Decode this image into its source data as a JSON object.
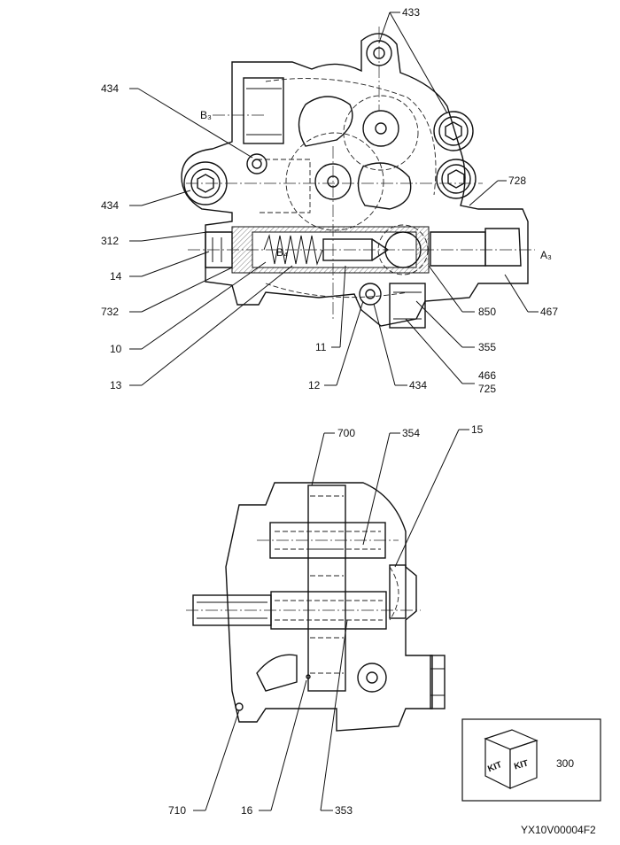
{
  "top_view": {
    "callouts": [
      "433",
      "434",
      "434",
      "728",
      "312",
      "14",
      "732",
      "10",
      "13",
      "11",
      "12",
      "434",
      "466",
      "725",
      "850",
      "467",
      "355"
    ],
    "port_labels": [
      "B₃",
      "A₃",
      "B₄"
    ]
  },
  "bottom_view": {
    "callouts": [
      "700",
      "354",
      "15",
      "710",
      "16",
      "353"
    ]
  },
  "kit_box": {
    "face_text": "KIT",
    "part_number": "300"
  },
  "drawing_code": "YX10V00004F2"
}
